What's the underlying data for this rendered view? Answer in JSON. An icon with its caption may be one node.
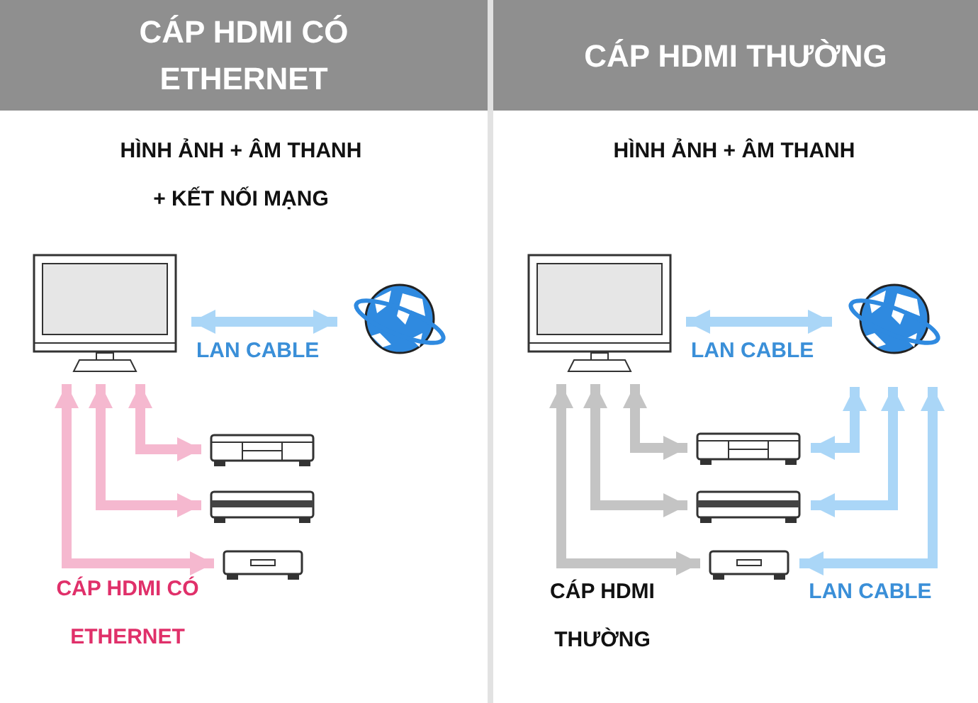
{
  "diagram": {
    "nodes": [
      {
        "text": [
          "CÁP HDMI CÓ ETHERNET"
        ]
      },
      {
        "text": [
          "CÁP HDMI THƯỜNG"
        ]
      },
      {
        "text": [],
        "shape": "television"
      },
      {
        "text": [],
        "shape": "globe"
      },
      {
        "text": [],
        "shape": "player"
      },
      {
        "text": [],
        "shape": "receiver"
      },
      {
        "text": [],
        "shape": "box"
      },
      {
        "text": [],
        "shape": "television"
      },
      {
        "text": [],
        "shape": "globe"
      },
      {
        "text": [],
        "shape": "player"
      },
      {
        "text": [],
        "shape": "receiver"
      },
      {
        "text": [],
        "shape": "box"
      }
    ],
    "edges": [
      {
        "from": 2,
        "to": 3,
        "arrow": "both",
        "label": "LAN CABLE"
      },
      {
        "from": 4,
        "to": 2,
        "arrow": "both",
        "color": "#f5b8cf"
      },
      {
        "from": 5,
        "to": 2,
        "arrow": "both",
        "color": "#f5b8cf"
      },
      {
        "from": 6,
        "to": 2,
        "arrow": "both",
        "color": "#f5b8cf"
      },
      {
        "from": 7,
        "to": 8,
        "arrow": "both",
        "label": "LAN CABLE"
      },
      {
        "from": 9,
        "to": 7,
        "arrow": "both",
        "color": "#c4c4c4"
      },
      {
        "from": 10,
        "to": 7,
        "arrow": "both",
        "color": "#c4c4c4"
      },
      {
        "from": 11,
        "to": 7,
        "arrow": "both",
        "color": "#c4c4c4"
      },
      {
        "from": 9,
        "to": 8,
        "arrow": "both"
      },
      {
        "from": 10,
        "to": 8,
        "arrow": "both"
      },
      {
        "from": 11,
        "to": 8,
        "arrow": "both"
      }
    ],
    "labels": [
      "HÌNH ẢNH + ÂM THANH + KẾT NỐI MẠNG",
      "CÁP HDMI CÓ ETHERNET",
      "HÌNH ẢNH + ÂM THANH",
      "CÁP HDMI THƯỜNG",
      "LAN CABLE"
    ]
  }
}
